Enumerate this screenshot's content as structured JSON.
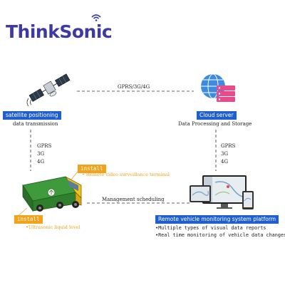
{
  "brand": {
    "name": "ThinkSonic"
  },
  "links": {
    "top": "GPRS/3G/4G",
    "left": [
      "GPRS",
      "3G",
      "4G"
    ],
    "right": [
      "GPRS",
      "3G",
      "4G"
    ],
    "bottom": "Management scheduling"
  },
  "satellite": {
    "badge": "satellite positioning",
    "caption": "data transmission"
  },
  "cloud": {
    "badge": "Cloud server",
    "caption": "Data Processing and Storage"
  },
  "vehicle": {
    "install_top": "install",
    "install_top_note": "• Remote video surveillance terminal",
    "install_bottom": "install",
    "install_bottom_note": "•Ultrasonic liquid level"
  },
  "platform": {
    "badge": "Remote vehicle monitoring system platform",
    "bullets": [
      "•Multiple types of visual data reports",
      "•Real time monitoring of vehicle data changes"
    ]
  },
  "colors": {
    "brand": "#3d3aa6",
    "badge_blue": "#1f5fcf",
    "install_orange": "#f3a21a"
  }
}
